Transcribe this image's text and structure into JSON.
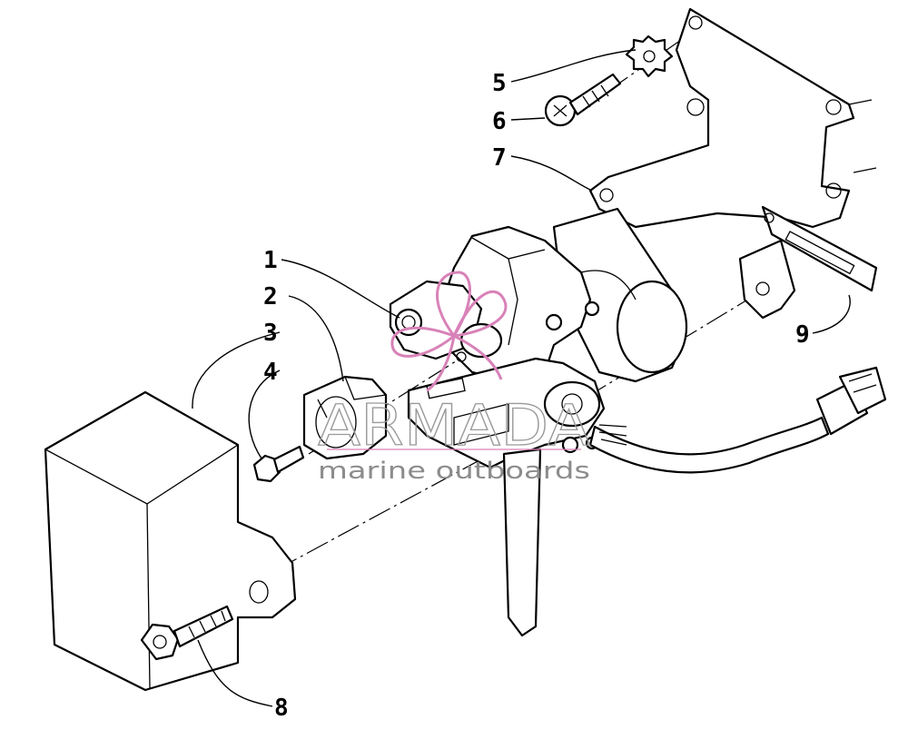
{
  "callouts": [
    {
      "id": "1",
      "label": "1"
    },
    {
      "id": "2",
      "label": "2"
    },
    {
      "id": "3",
      "label": "3"
    },
    {
      "id": "4",
      "label": "4"
    },
    {
      "id": "5",
      "label": "5"
    },
    {
      "id": "6",
      "label": "6"
    },
    {
      "id": "7",
      "label": "7"
    },
    {
      "id": "8",
      "label": "8"
    },
    {
      "id": "9",
      "label": "9"
    }
  ],
  "watermark": {
    "brand": "ARMADA",
    "tagline": "marine outboards",
    "logo_color": "#d882b8",
    "text_color": "#9a9a9a"
  }
}
